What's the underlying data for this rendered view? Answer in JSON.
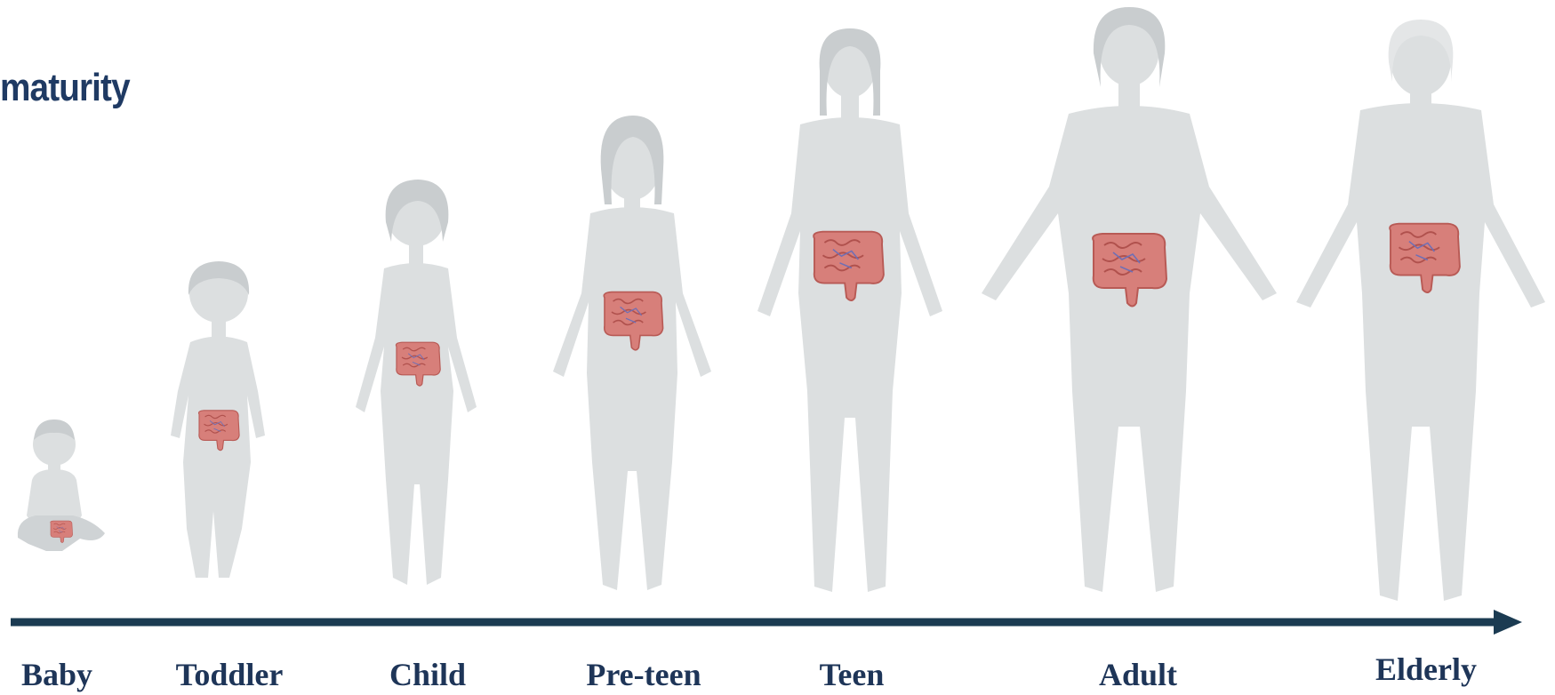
{
  "title": "maturity",
  "colors": {
    "title": "#1f3a63",
    "arrow": "#1b3b52",
    "body": "#dcdfe0",
    "body_shade": "#cfd3d5",
    "hair": "#c9cdcf",
    "gut": "#d77f7a",
    "gut_line": "#b85a55"
  },
  "stages": [
    {
      "label": "Baby"
    },
    {
      "label": "Toddler"
    },
    {
      "label": "Child"
    },
    {
      "label": "Pre-teen"
    },
    {
      "label": "Teen"
    },
    {
      "label": "Adult"
    },
    {
      "label": "Elderly"
    }
  ]
}
